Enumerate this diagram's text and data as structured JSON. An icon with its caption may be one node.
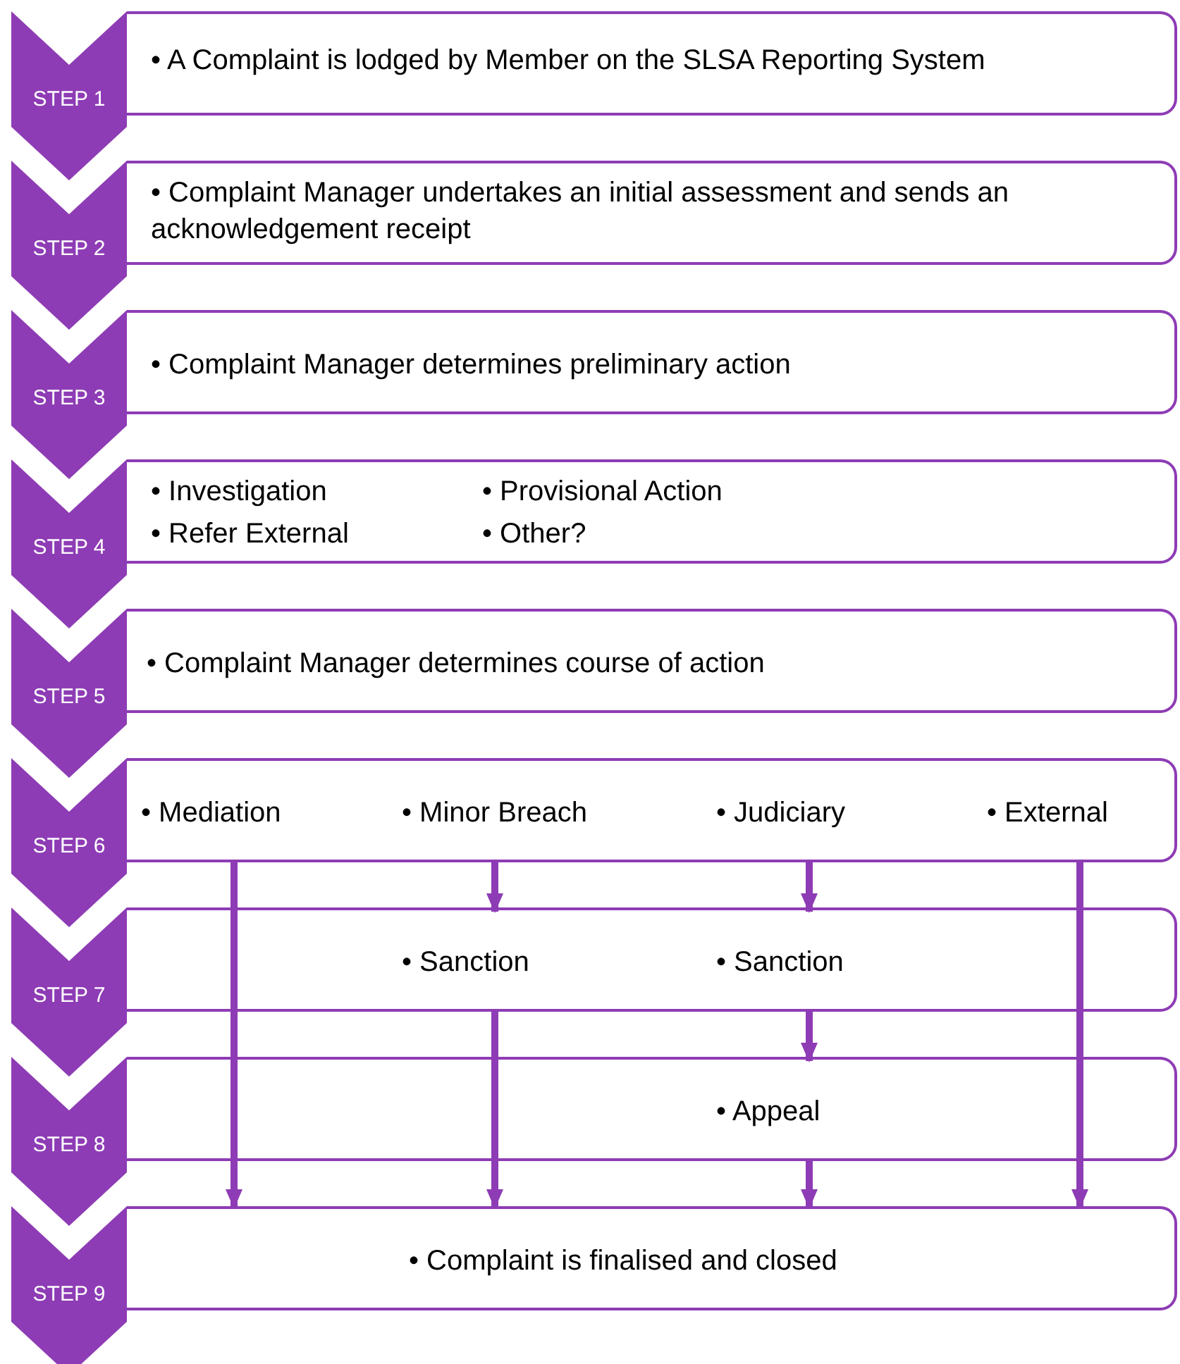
{
  "diagram": {
    "nodes": [
      {
        "text": [
          "STEP 1"
        ]
      },
      {
        "text": [
          "• A Complaint is lodged by Member on the SLSA Reporting System"
        ]
      },
      {
        "text": [
          "STEP 2"
        ]
      },
      {
        "text": [
          "• Complaint Manager undertakes an initial assessment and sends an acknowledgement receipt"
        ]
      },
      {
        "text": [
          "STEP 3"
        ]
      },
      {
        "text": [
          "• Complaint Manager determines preliminary action"
        ]
      },
      {
        "text": [
          "STEP 4"
        ]
      },
      {
        "text": [
          "• Investigation",
          "• Provisional Action",
          "• Refer External",
          "• Other?"
        ]
      },
      {
        "text": [
          "STEP 5"
        ]
      },
      {
        "text": [
          "• Complaint Manager determines course of action"
        ]
      },
      {
        "text": [
          "STEP 6"
        ]
      },
      {
        "text": [],
        "shape": "box"
      },
      {
        "text": [
          "• Mediation"
        ],
        "in": 11
      },
      {
        "text": [
          "• Minor Breach"
        ],
        "in": 11
      },
      {
        "text": [
          "• Judiciary"
        ],
        "in": 11
      },
      {
        "text": [
          "• External"
        ],
        "in": 11
      },
      {
        "text": [
          "STEP 7"
        ]
      },
      {
        "text": [],
        "shape": "box"
      },
      {
        "text": [
          "• Sanction"
        ],
        "in": 17
      },
      {
        "text": [
          "• Sanction"
        ],
        "in": 17
      },
      {
        "text": [
          "STEP 8"
        ]
      },
      {
        "text": [],
        "shape": "box"
      },
      {
        "text": [
          "• Appeal"
        ],
        "in": 21
      },
      {
        "text": [
          "STEP 9"
        ]
      },
      {
        "text": [
          "• Complaint is finalised and closed"
        ]
      }
    ],
    "edges": [
      {
        "from": 12,
        "to": 24,
        "arrow": "to"
      },
      {
        "from": 13,
        "to": 18,
        "arrow": "to"
      },
      {
        "from": 14,
        "to": 19,
        "arrow": "to"
      },
      {
        "from": 15,
        "to": 24,
        "arrow": "to"
      },
      {
        "from": 18,
        "to": 24,
        "arrow": "to"
      },
      {
        "from": 19,
        "to": 22,
        "arrow": "to"
      },
      {
        "from": 22,
        "to": 24,
        "arrow": "to"
      }
    ]
  }
}
